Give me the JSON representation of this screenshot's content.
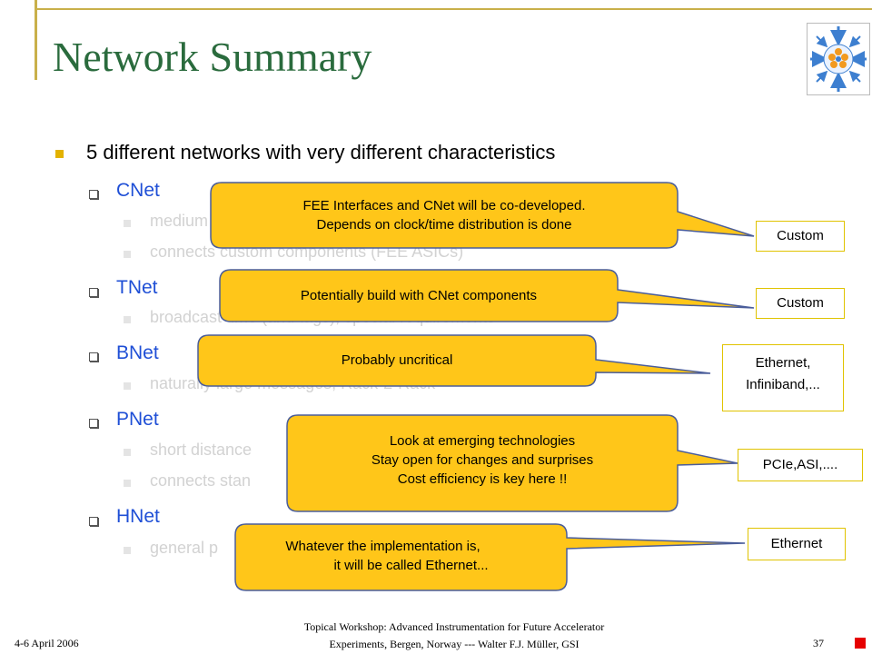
{
  "slide": {
    "title": "Network Summary",
    "main_bullet": "5 different networks with very different characteristics",
    "networks": [
      {
        "name": "CNet",
        "details": [
          "medium",
          "connects custom components (FEE ASICs)"
        ]
      },
      {
        "name": "TNet",
        "details": [
          "broadcast time (and tags), special requirements"
        ]
      },
      {
        "name": "BNet",
        "details": [
          "naturally large messages, Rack-2-Rack"
        ]
      },
      {
        "name": "PNet",
        "details": [
          "short distance",
          "connects stan"
        ]
      },
      {
        "name": "HNet",
        "details": [
          "general p"
        ]
      }
    ],
    "callouts": [
      {
        "lines": [
          "FEE Interfaces and CNet will be co-developed.",
          "Depends on clock/time distribution is done"
        ]
      },
      {
        "lines": [
          "Potentially build with CNet components"
        ]
      },
      {
        "lines": [
          "Probably uncritical"
        ]
      },
      {
        "lines": [
          "Look at emerging technologies",
          "Stay open for changes and surprises",
          "Cost efficiency is key here !!"
        ]
      },
      {
        "lines": [
          "Whatever the implementation is,",
          "it will be called Ethernet..."
        ]
      }
    ],
    "tags": [
      {
        "lines": [
          "Custom"
        ]
      },
      {
        "lines": [
          "Custom"
        ]
      },
      {
        "lines": [
          "Ethernet,",
          "Infiniband,..."
        ]
      },
      {
        "lines": [
          "PCIe,ASI,...."
        ]
      },
      {
        "lines": [
          "Ethernet"
        ]
      }
    ],
    "footer": {
      "date": "4-6 April 2006",
      "center_line1": "Topical Workshop: Advanced Instrumentation for Future Accelerator",
      "center_line2": "Experiments, Bergen, Norway --- Walter F.J. Müller, GSI",
      "page": "37"
    }
  },
  "colors": {
    "title": "#2a6b3d",
    "network_name": "#1f4fd6",
    "callout_fill": "#ffc619",
    "callout_stroke": "#4a5d9a",
    "bullet": "#e3b200"
  }
}
